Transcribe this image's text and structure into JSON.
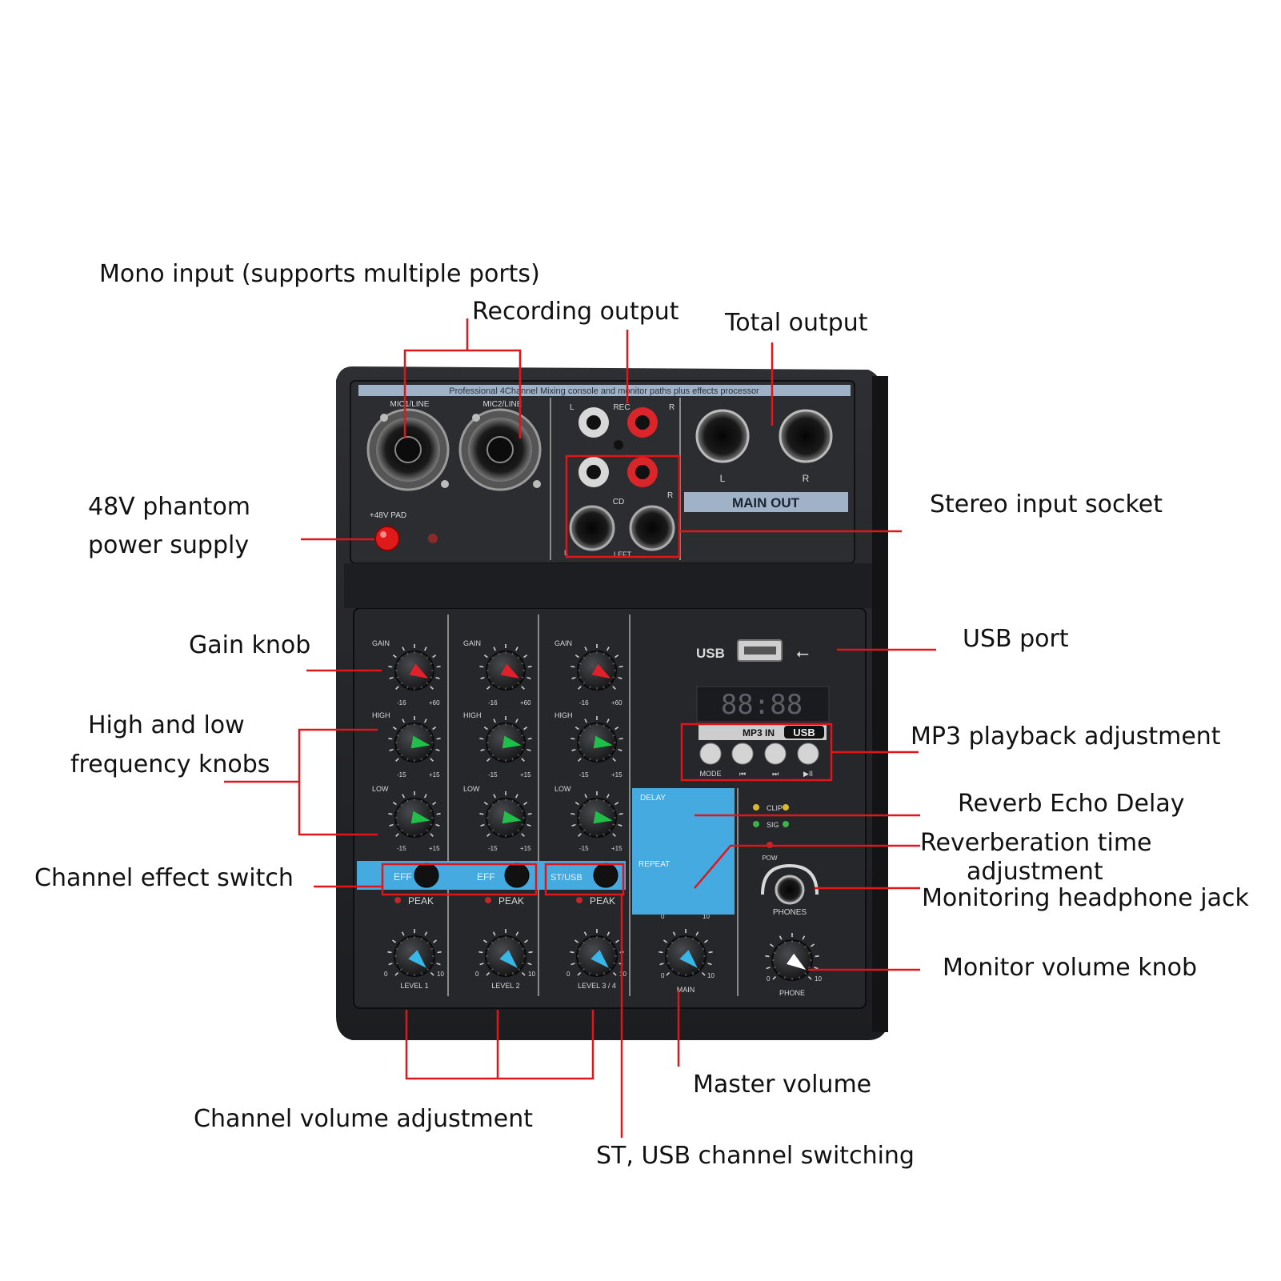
{
  "callouts": {
    "mono_input": "Mono input (supports multiple ports)",
    "recording_output": "Recording output",
    "total_output": "Total output",
    "phantom_1": "48V phantom",
    "phantom_2": "power supply",
    "stereo_input": "Stereo input socket",
    "gain_knob": "Gain knob",
    "usb_port": "USB port",
    "high_low_1": "High and low",
    "high_low_2": "frequency knobs",
    "mp3_playback": "MP3 playback adjustment",
    "reverb_delay": "Reverb Echo Delay",
    "reverb_time_1": "Reverberation time",
    "reverb_time_2": "adjustment",
    "channel_effect": "Channel effect switch",
    "headphone_jack": "Monitoring headphone jack",
    "monitor_volume": "Monitor volume knob",
    "master_volume": "Master volume",
    "channel_volume": "Channel volume adjustment",
    "st_usb_switch": "ST, USB channel switching"
  },
  "panel": {
    "banner": "Professional 4Channel Mixing console and monitor paths plus effects processor",
    "mic1": "MIC1/LINE",
    "mic2": "MIC2/LINE",
    "phantom": "+48V PAD",
    "rec": "REC",
    "cd": "CD",
    "left": "LEFT",
    "l": "L",
    "r": "R",
    "main_out": "MAIN  OUT",
    "gain": "GAIN",
    "high": "HIGH",
    "low": "LOW",
    "gain_min": "-16",
    "gain_max": "+60",
    "eq_min": "-15",
    "eq_max": "+15",
    "eff": "EFF",
    "st_usb": "ST/USB",
    "peak": "PEAK",
    "lvl_min": "0",
    "lvl_max": "10",
    "level1": "LEVEL 1",
    "level2": "LEVEL 2",
    "level34": "LEVEL 3 / 4",
    "main": "MAIN",
    "phone": "PHONE",
    "phones": "PHONES",
    "usb": "USB",
    "display": "88:88",
    "mp3in": "MP3 IN",
    "usb_badge": "USB",
    "mode": "MODE",
    "prev": "⏮",
    "next": "⏭",
    "play": "▶II",
    "delay": "DELAY",
    "repeat": "REPEAT",
    "clip": "CLIP",
    "sig": "SIG",
    "pow": "POW"
  },
  "colors": {
    "annotation_red": "#e0161b",
    "panel_dark": "#2a2b2e",
    "fx_blue": "#45aadf",
    "gain_pointer": "#e0202a",
    "eq_pointer": "#1fbf4a",
    "level_pointer": "#37b7e8",
    "fx_pointer": "#f2c81c"
  }
}
